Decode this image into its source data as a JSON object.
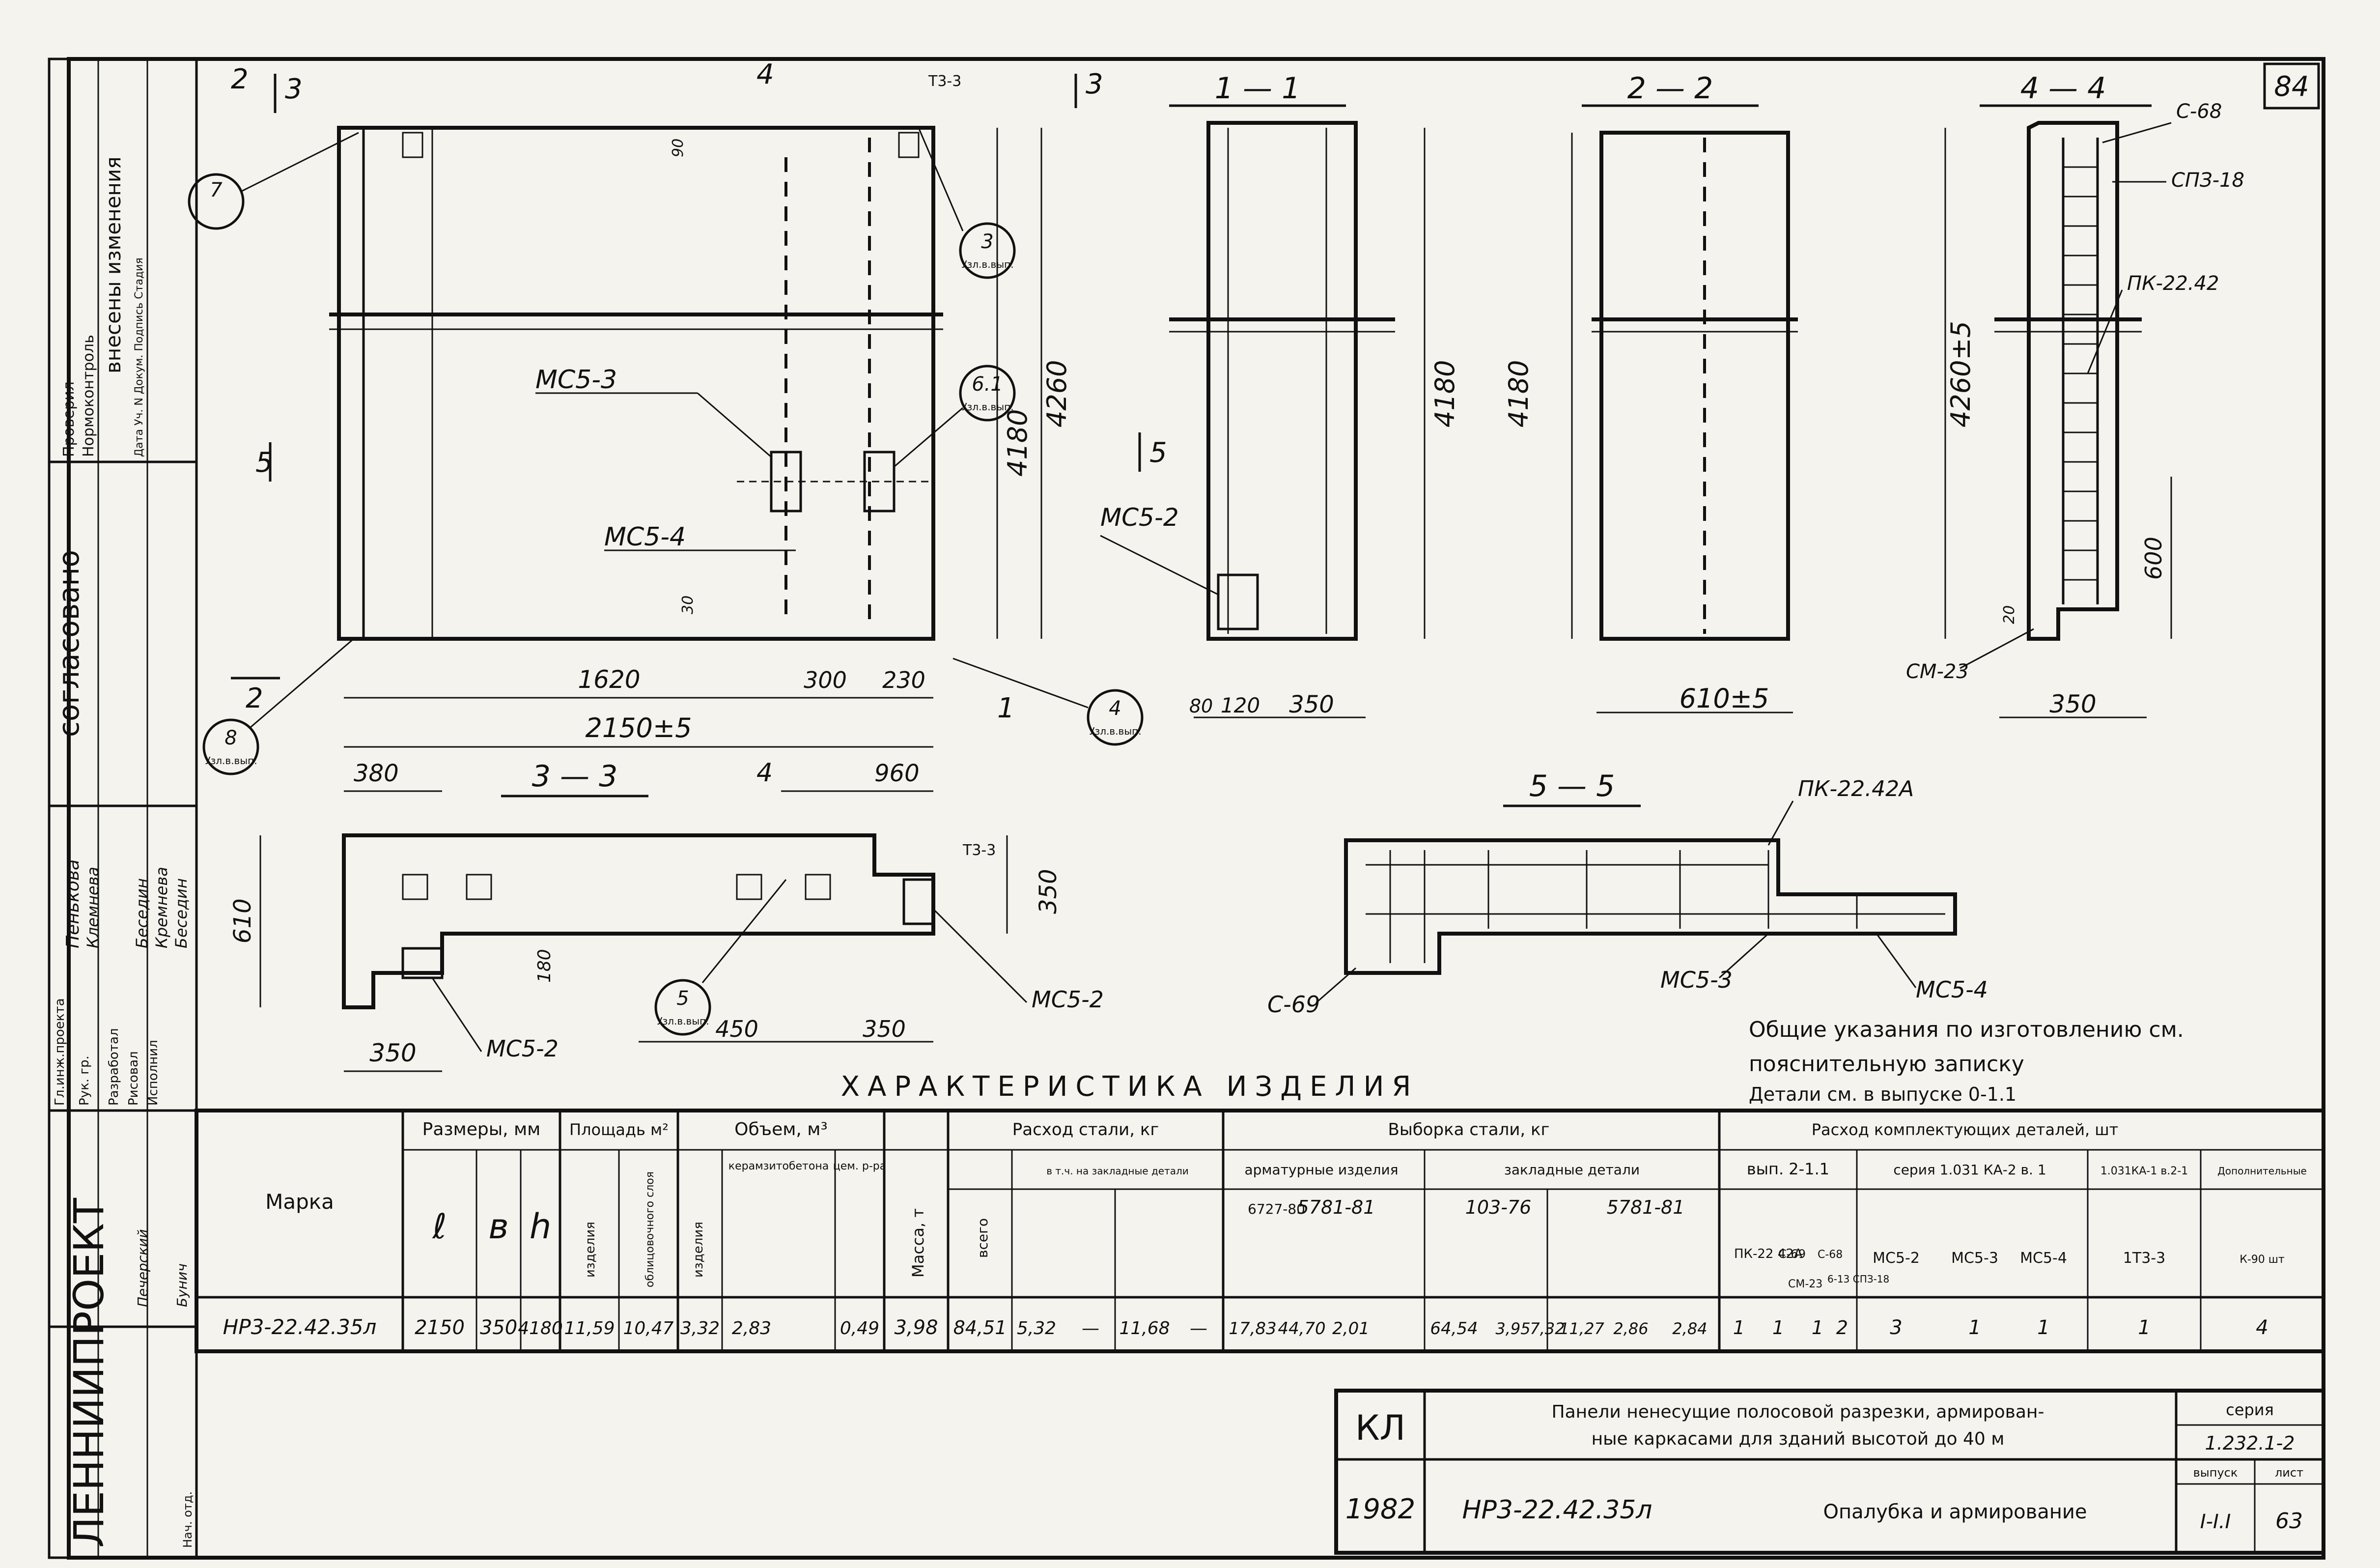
{
  "sheet": {
    "sheet_no": "84",
    "company": "ЛЕННИИПРОЕКТ",
    "project_letter": "КЛ",
    "year": "1982",
    "mark": "НР3-22.42.35л",
    "title_line1": "Панели ненесущие полосовой разрезки, армирован-",
    "title_line2": "ные каркасами для зданий высотой до 40 м",
    "subtitle": "Опалубка и армирование",
    "series_label": "серия",
    "series_value": "1.232.1-2",
    "issue_label": "выпуск",
    "issue_value": "I-I.I",
    "list_label": "лист",
    "list_value": "63"
  },
  "side_stamp": {
    "agreed": "согласовано",
    "changes": "внесены изменения",
    "check": "Проверил",
    "norm": "Нормоконтроль",
    "date_row": "Дата Уч. N Докум. Подпись Стадия",
    "chief_eng": "Гл.инж.проекта",
    "group_head": "Рук. гр.",
    "developed": "Разработал",
    "drawn": "Рисовал",
    "executed": "Исполнил",
    "head_dept": "Нач. отд.",
    "name1": "Пенькова",
    "name2": "Клемнева",
    "name3": "Беседин",
    "name4": "Кремнева",
    "name5": "Беседин",
    "name6": "Печерский",
    "name7": "Бунич"
  },
  "views": {
    "front_sec_2": "2",
    "front_sec_3": "3",
    "front_sec_4": "4",
    "front_sec_5": "5",
    "front_sec_1": "1",
    "sec11": "1 — 1",
    "sec22": "2 — 2",
    "sec44": "4 — 4",
    "sec33": "3 — 3",
    "sec55": "5 — 5",
    "dim_1620": "1620",
    "dim_300": "300",
    "dim_230": "230",
    "dim_2150": "2150±5",
    "dim_4260": "4260",
    "dim_4180": "4180",
    "dim_4180b": "4180",
    "dim_4180c": "4180",
    "dim_4260b": "4260±5",
    "dim_80": "80",
    "dim_120": "120",
    "dim_350": "350",
    "dim_610": "610±5",
    "dim_350b": "350",
    "dim_600": "600",
    "dim_380": "380",
    "dim_960": "960",
    "dim_610b": "610",
    "dim_350c": "350",
    "dim_180": "180",
    "dim_350d": "350",
    "dim_450": "450",
    "dim_350e": "350",
    "dim_90": "90",
    "dim_30": "30",
    "dim_20": "20",
    "mcb3": "МС5-3",
    "mcb4": "МС5-4",
    "mcb2": "МС5-2",
    "mcb2b": "МС5-2",
    "mcb2c": "МС5-2",
    "mcb3b": "МС5-3",
    "mcb4b": "МС5-4",
    "c68": "С-68",
    "c69": "С-69",
    "opz18": "СПЗ-18",
    "pk2242": "ПК-22.42",
    "pk2242a": "ПК-22.42А",
    "cm23": "СМ-23",
    "t33": "Т3-3",
    "t33b": "Т3-3",
    "circle3": "3",
    "circle61": "6.1",
    "circle8": "8",
    "circle4": "4",
    "circle5": "5",
    "circle7": "7",
    "circle_sub": "Узл.в.вып.",
    "note1": "Общие указания по изготовлению см.",
    "note2": "пояснительную записку",
    "note3": "Детали см. в выпуске 0-1.1"
  },
  "table": {
    "title": "ХАРАКТЕРИСТИКА ИЗДЕЛИЯ",
    "h_mark": "Марка",
    "h_size": "Размеры, мм",
    "h_l": "ℓ",
    "h_b": "в",
    "h_h": "h",
    "h_area": "Площадь м²",
    "h_area_a": "изделия",
    "h_area_b": "облицовочного слоя",
    "h_vol": "Объем, м³",
    "h_vol_a": "изделия",
    "h_vol_b": "керамзитобетона",
    "h_vol_c": "цем. р-ра",
    "h_mass": "Масса, т",
    "h_steel": "Расход стали, кг",
    "h_steel_total": "всего",
    "h_steel_emb": "в т.ч. на закладные детали",
    "h_sel": "Выборка стали, кг",
    "h_sel_arm": "арматурные изделия",
    "h_sel_emb": "закладные детали",
    "h_kit": "Расход комплектующих деталей, шт",
    "h_kit_vyp": "вып. 2-1.1",
    "h_kit_series": "серия 1.031 КА-2 в. 1",
    "h_kit_103": "1.031КА-1 в.2-1",
    "h_kit_extra": "Дополнительные",
    "gost1": "6727-80",
    "gost2": "5781-81",
    "gost3": "103-76",
    "gost4": "5781-81",
    "k_pk": "ПК-22 42А",
    "k_c69": "С-69",
    "k_cm23": "СМ-23",
    "k_c68": "С-68",
    "k_opz": "6-13 СПЗ-18",
    "k_mc2": "МС5-2",
    "k_mc3": "МС5-3",
    "k_mc4": "МС5-4",
    "k_t33": "1Т3-3",
    "k_extra": "К-90 шт",
    "row": {
      "mark": "НР3-22.42.35л",
      "l": "2150",
      "b": "350",
      "h": "4180",
      "area_a": "11,59",
      "area_b": "10,47",
      "vol_a": "3,32",
      "vol_b": "2,83",
      "vol_c": "0,49",
      "mass": "3,98",
      "steel_total": "84,51",
      "steel_a": "5,32",
      "steel_b": "—",
      "steel_c": "11,68",
      "steel_d": "—",
      "s1": "17,83",
      "s2": "44,70",
      "s3": "2,01",
      "s_itogo": "64,54",
      "s4": "3,95",
      "s5": "7,32",
      "s6": "11,27",
      "s7": "2,86",
      "s8": "2,84",
      "k1": "1",
      "k2": "1",
      "k3": "1",
      "k4": "2",
      "k5": "3",
      "k6": "1",
      "k7": "1",
      "k8": "1",
      "k9": "4"
    }
  }
}
